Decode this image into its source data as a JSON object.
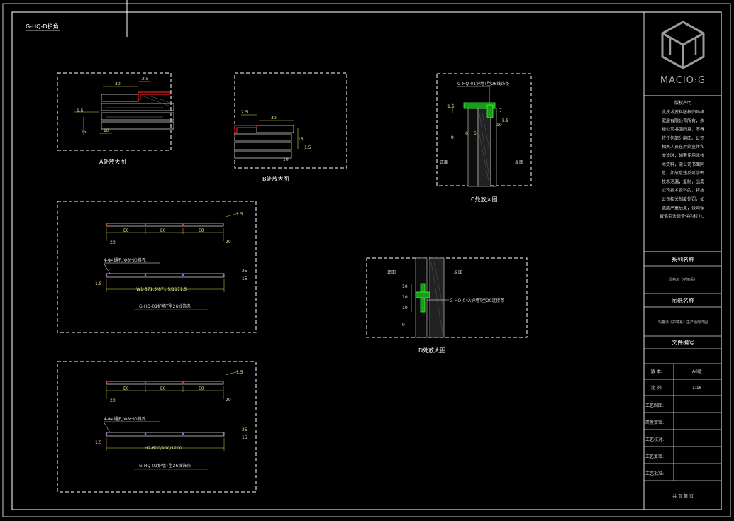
{
  "sheet_title": "G-HQ-D护角",
  "brand": {
    "name": "MACIO·G"
  },
  "details": {
    "a": {
      "caption": "A处放大图",
      "dims": [
        "30",
        "2.5",
        "1.5",
        "15",
        "10"
      ]
    },
    "b": {
      "caption": "B处放大图",
      "dims": [
        "2.5",
        "30",
        "15",
        "1.5",
        "10"
      ]
    },
    "c": {
      "caption": "C处放大图",
      "callout": "G-HQ-01护墙T型26线饰条",
      "left": "正面",
      "right": "反面",
      "dims": [
        "1.5",
        "7",
        "10",
        "5.5",
        "9",
        "6",
        "5"
      ]
    },
    "d": {
      "caption": "D处放大图",
      "callout": "G-HQ-04A护墙T型20连接条",
      "left": "正面",
      "right": "反面",
      "dims": [
        "10",
        "10",
        "10",
        "9"
      ]
    }
  },
  "strips": [
    {
      "spacing": [
        "E0",
        "E0",
        "E0"
      ],
      "ends": [
        "20",
        "20"
      ],
      "side_dim": "1.5",
      "hole_note": "4-Φ4通孔/Φ8*90斜孔",
      "length_label": "W1-571.5/871.5/1171.5",
      "small_dims": [
        "25",
        "15",
        "1.5"
      ],
      "title": "G-HQ-01护墙T型26线饰条"
    },
    {
      "spacing": [
        "E0",
        "E0",
        "E0"
      ],
      "ends": [
        "20",
        "20"
      ],
      "side_dim": "1.5",
      "hole_note": "4-Φ4通孔/Φ8*90斜孔",
      "length_label": "H2-600/900/1200",
      "small_dims": [
        "25",
        "15",
        "1.5"
      ],
      "title": "G-HQ-01护墙T型26线饰条"
    }
  ],
  "title_block": {
    "copyright_heading": "版权声明",
    "copyright_lines": [
      "此技术资料版权归玛格",
      "家居有限公司所有，未",
      "经公司书面同意，不得",
      "将任何部分翻印。公司",
      "相关人员在对外宣传和",
      "交流时，如要使用此技",
      "术资料，需公司书面同",
      "意。如故意违反对涉密",
      "技术泄漏，复制，出卖",
      "公司技术资料的，将按",
      "公司相关制度处罚，如",
      "造成严重后果，公司保",
      "留追究法律责任的权力。"
    ],
    "series_label": "系列名称",
    "series_value": "玛格派《护墙系》",
    "drawing_label": "图纸名称",
    "drawing_value": "玛格派《护墙系》生产通用详图",
    "file_label": "文件编号",
    "version_label": "版  本:",
    "version_value": "A0版",
    "scale_label": "比  例:",
    "scale_value": "1:16",
    "rows": [
      "工艺制图:",
      "研发审审:",
      "工艺校对:",
      "工艺复审:",
      "工艺批准:"
    ],
    "footer": "共    页    第    页"
  }
}
